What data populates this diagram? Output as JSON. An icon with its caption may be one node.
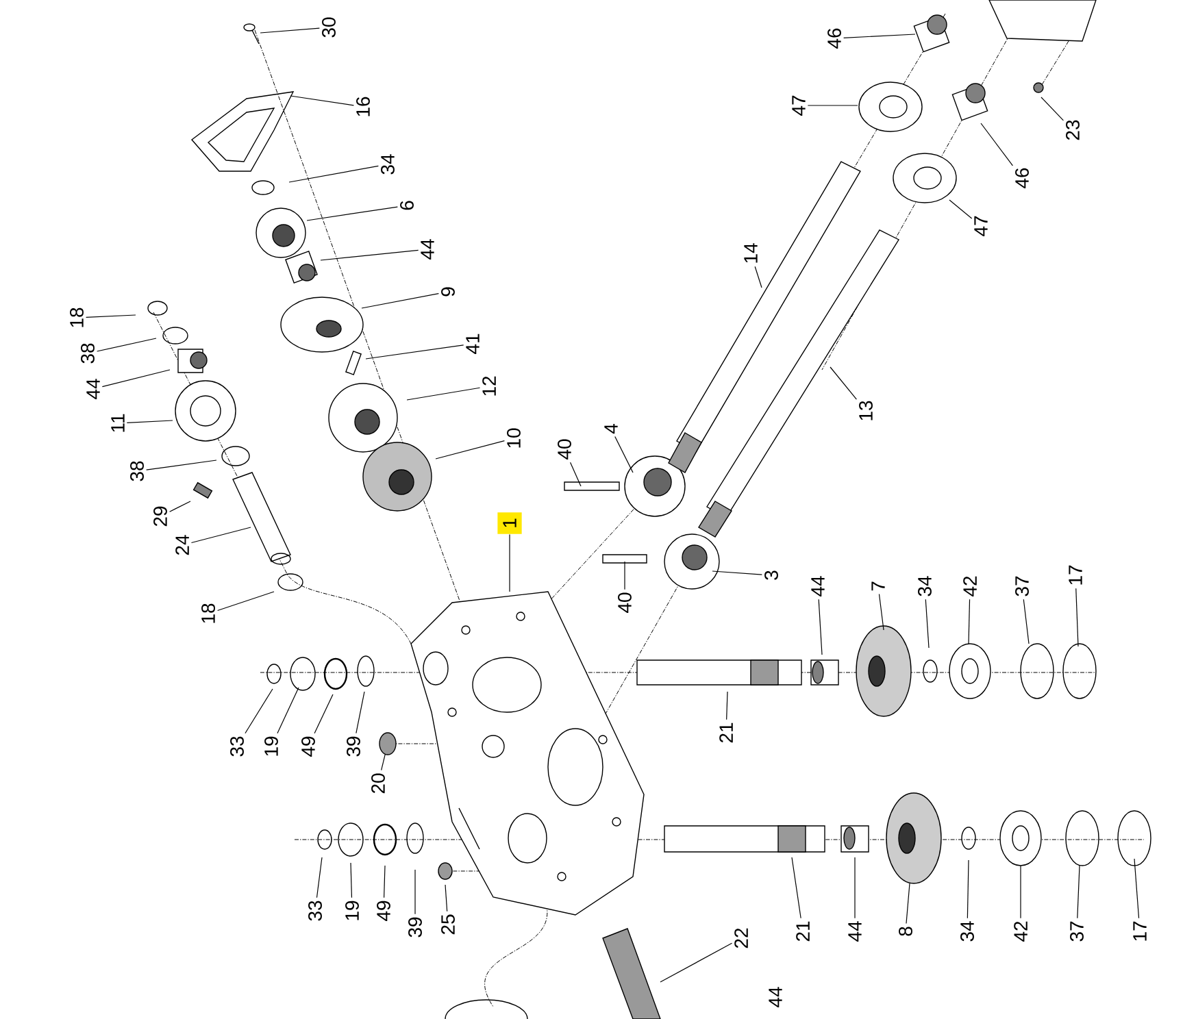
{
  "diagram": {
    "nodes": [
      {
        "text": [
          "30"
        ]
      },
      {
        "text": [
          "16"
        ]
      },
      {
        "text": [
          "34"
        ]
      },
      {
        "text": [
          "6"
        ]
      },
      {
        "text": [
          "44"
        ]
      },
      {
        "text": [
          "9"
        ]
      },
      {
        "text": [
          "41"
        ]
      },
      {
        "text": [
          "12"
        ]
      },
      {
        "text": [
          "10"
        ]
      },
      {
        "text": [
          "18"
        ]
      },
      {
        "text": [
          "38"
        ]
      },
      {
        "text": [
          "44"
        ]
      },
      {
        "text": [
          "11"
        ]
      },
      {
        "text": [
          "38"
        ]
      },
      {
        "text": [
          "29"
        ]
      },
      {
        "text": [
          "24"
        ]
      },
      {
        "text": [
          "18"
        ]
      },
      {
        "text": [
          "40"
        ]
      },
      {
        "text": [
          "4"
        ]
      },
      {
        "text": [
          "1"
        ]
      },
      {
        "text": [
          "40"
        ]
      },
      {
        "text": [
          "3"
        ]
      },
      {
        "text": [
          "46"
        ]
      },
      {
        "text": [
          "47"
        ]
      },
      {
        "text": [
          "23"
        ]
      },
      {
        "text": [
          "46"
        ]
      },
      {
        "text": [
          "47"
        ]
      },
      {
        "text": [
          "14"
        ]
      },
      {
        "text": [
          "13"
        ]
      },
      {
        "text": [
          "44"
        ]
      },
      {
        "text": [
          "7"
        ]
      },
      {
        "text": [
          "34"
        ]
      },
      {
        "text": [
          "42"
        ]
      },
      {
        "text": [
          "37"
        ]
      },
      {
        "text": [
          "17"
        ]
      },
      {
        "text": [
          "33"
        ]
      },
      {
        "text": [
          "19"
        ]
      },
      {
        "text": [
          "49"
        ]
      },
      {
        "text": [
          "39"
        ]
      },
      {
        "text": [
          "21"
        ]
      },
      {
        "text": [
          "20"
        ]
      },
      {
        "text": [
          "33"
        ]
      },
      {
        "text": [
          "19"
        ]
      },
      {
        "text": [
          "49"
        ]
      },
      {
        "text": [
          "39"
        ]
      },
      {
        "text": [
          "25"
        ]
      },
      {
        "text": [
          "22"
        ]
      },
      {
        "text": [
          "21"
        ]
      },
      {
        "text": [
          "44"
        ]
      },
      {
        "text": [
          "8"
        ]
      },
      {
        "text": [
          "34"
        ]
      },
      {
        "text": [
          "42"
        ]
      },
      {
        "text": [
          "37"
        ]
      },
      {
        "text": [
          "17"
        ]
      },
      {
        "text": [],
        "shape": "cylinder"
      }
    ],
    "edges": [
      {
        "from": 0,
        "to": null,
        "arrow": "none"
      },
      {
        "from": 1,
        "to": null,
        "arrow": "none"
      },
      {
        "from": 2,
        "to": null,
        "arrow": "none"
      },
      {
        "from": 3,
        "to": null,
        "arrow": "none"
      },
      {
        "from": 4,
        "to": null,
        "arrow": "none"
      },
      {
        "from": 5,
        "to": null,
        "arrow": "none"
      },
      {
        "from": 6,
        "to": null,
        "arrow": "none"
      },
      {
        "from": 7,
        "to": null,
        "arrow": "none"
      },
      {
        "from": 8,
        "to": null,
        "arrow": "none"
      },
      {
        "from": 9,
        "to": null,
        "arrow": "none"
      },
      {
        "from": 10,
        "to": null,
        "arrow": "none"
      },
      {
        "from": 11,
        "to": null,
        "arrow": "none"
      },
      {
        "from": 12,
        "to": null,
        "arrow": "none"
      },
      {
        "from": 13,
        "to": null,
        "arrow": "none"
      },
      {
        "from": 14,
        "to": null,
        "arrow": "none"
      },
      {
        "from": 15,
        "to": null,
        "arrow": "none"
      },
      {
        "from": 16,
        "to": null,
        "arrow": "none"
      },
      {
        "from": 17,
        "to": null,
        "arrow": "none"
      },
      {
        "from": 18,
        "to": null,
        "arrow": "none"
      },
      {
        "from": 19,
        "to": null,
        "arrow": "none"
      },
      {
        "from": 20,
        "to": null,
        "arrow": "none"
      },
      {
        "from": 21,
        "to": null,
        "arrow": "none"
      },
      {
        "from": 22,
        "to": null,
        "arrow": "none"
      },
      {
        "from": 23,
        "to": null,
        "arrow": "none"
      },
      {
        "from": 24,
        "to": null,
        "arrow": "none"
      },
      {
        "from": 25,
        "to": null,
        "arrow": "none"
      },
      {
        "from": 26,
        "to": null,
        "arrow": "none"
      },
      {
        "from": 27,
        "to": null,
        "arrow": "none"
      },
      {
        "from": 28,
        "to": null,
        "arrow": "none"
      },
      {
        "from": 29,
        "to": null,
        "arrow": "none"
      },
      {
        "from": 30,
        "to": null,
        "arrow": "none"
      },
      {
        "from": 31,
        "to": null,
        "arrow": "none"
      },
      {
        "from": 32,
        "to": null,
        "arrow": "none"
      },
      {
        "from": 33,
        "to": null,
        "arrow": "none"
      },
      {
        "from": 34,
        "to": null,
        "arrow": "none"
      },
      {
        "from": 35,
        "to": null,
        "arrow": "none"
      },
      {
        "from": 36,
        "to": null,
        "arrow": "none"
      },
      {
        "from": 37,
        "to": null,
        "arrow": "none"
      },
      {
        "from": 38,
        "to": null,
        "arrow": "none"
      },
      {
        "from": 39,
        "to": null,
        "arrow": "none"
      },
      {
        "from": 40,
        "to": 54,
        "arrow": "none"
      },
      {
        "from": 41,
        "to": null,
        "arrow": "none"
      },
      {
        "from": 42,
        "to": null,
        "arrow": "none"
      },
      {
        "from": 43,
        "to": null,
        "arrow": "none"
      },
      {
        "from": 44,
        "to": null,
        "arrow": "none"
      },
      {
        "from": 45,
        "to": null,
        "arrow": "none"
      },
      {
        "from": 46,
        "to": null,
        "arrow": "none"
      },
      {
        "from": 47,
        "to": null,
        "arrow": "none"
      },
      {
        "from": 48,
        "to": null,
        "arrow": "none"
      },
      {
        "from": 49,
        "to": null,
        "arrow": "none"
      },
      {
        "from": 50,
        "to": null,
        "arrow": "none"
      },
      {
        "from": 51,
        "to": null,
        "arrow": "none"
      },
      {
        "from": 52,
        "to": null,
        "arrow": "none"
      },
      {
        "from": 53,
        "to": null,
        "arrow": "none"
      }
    ],
    "labels": [
      "44"
    ]
  }
}
